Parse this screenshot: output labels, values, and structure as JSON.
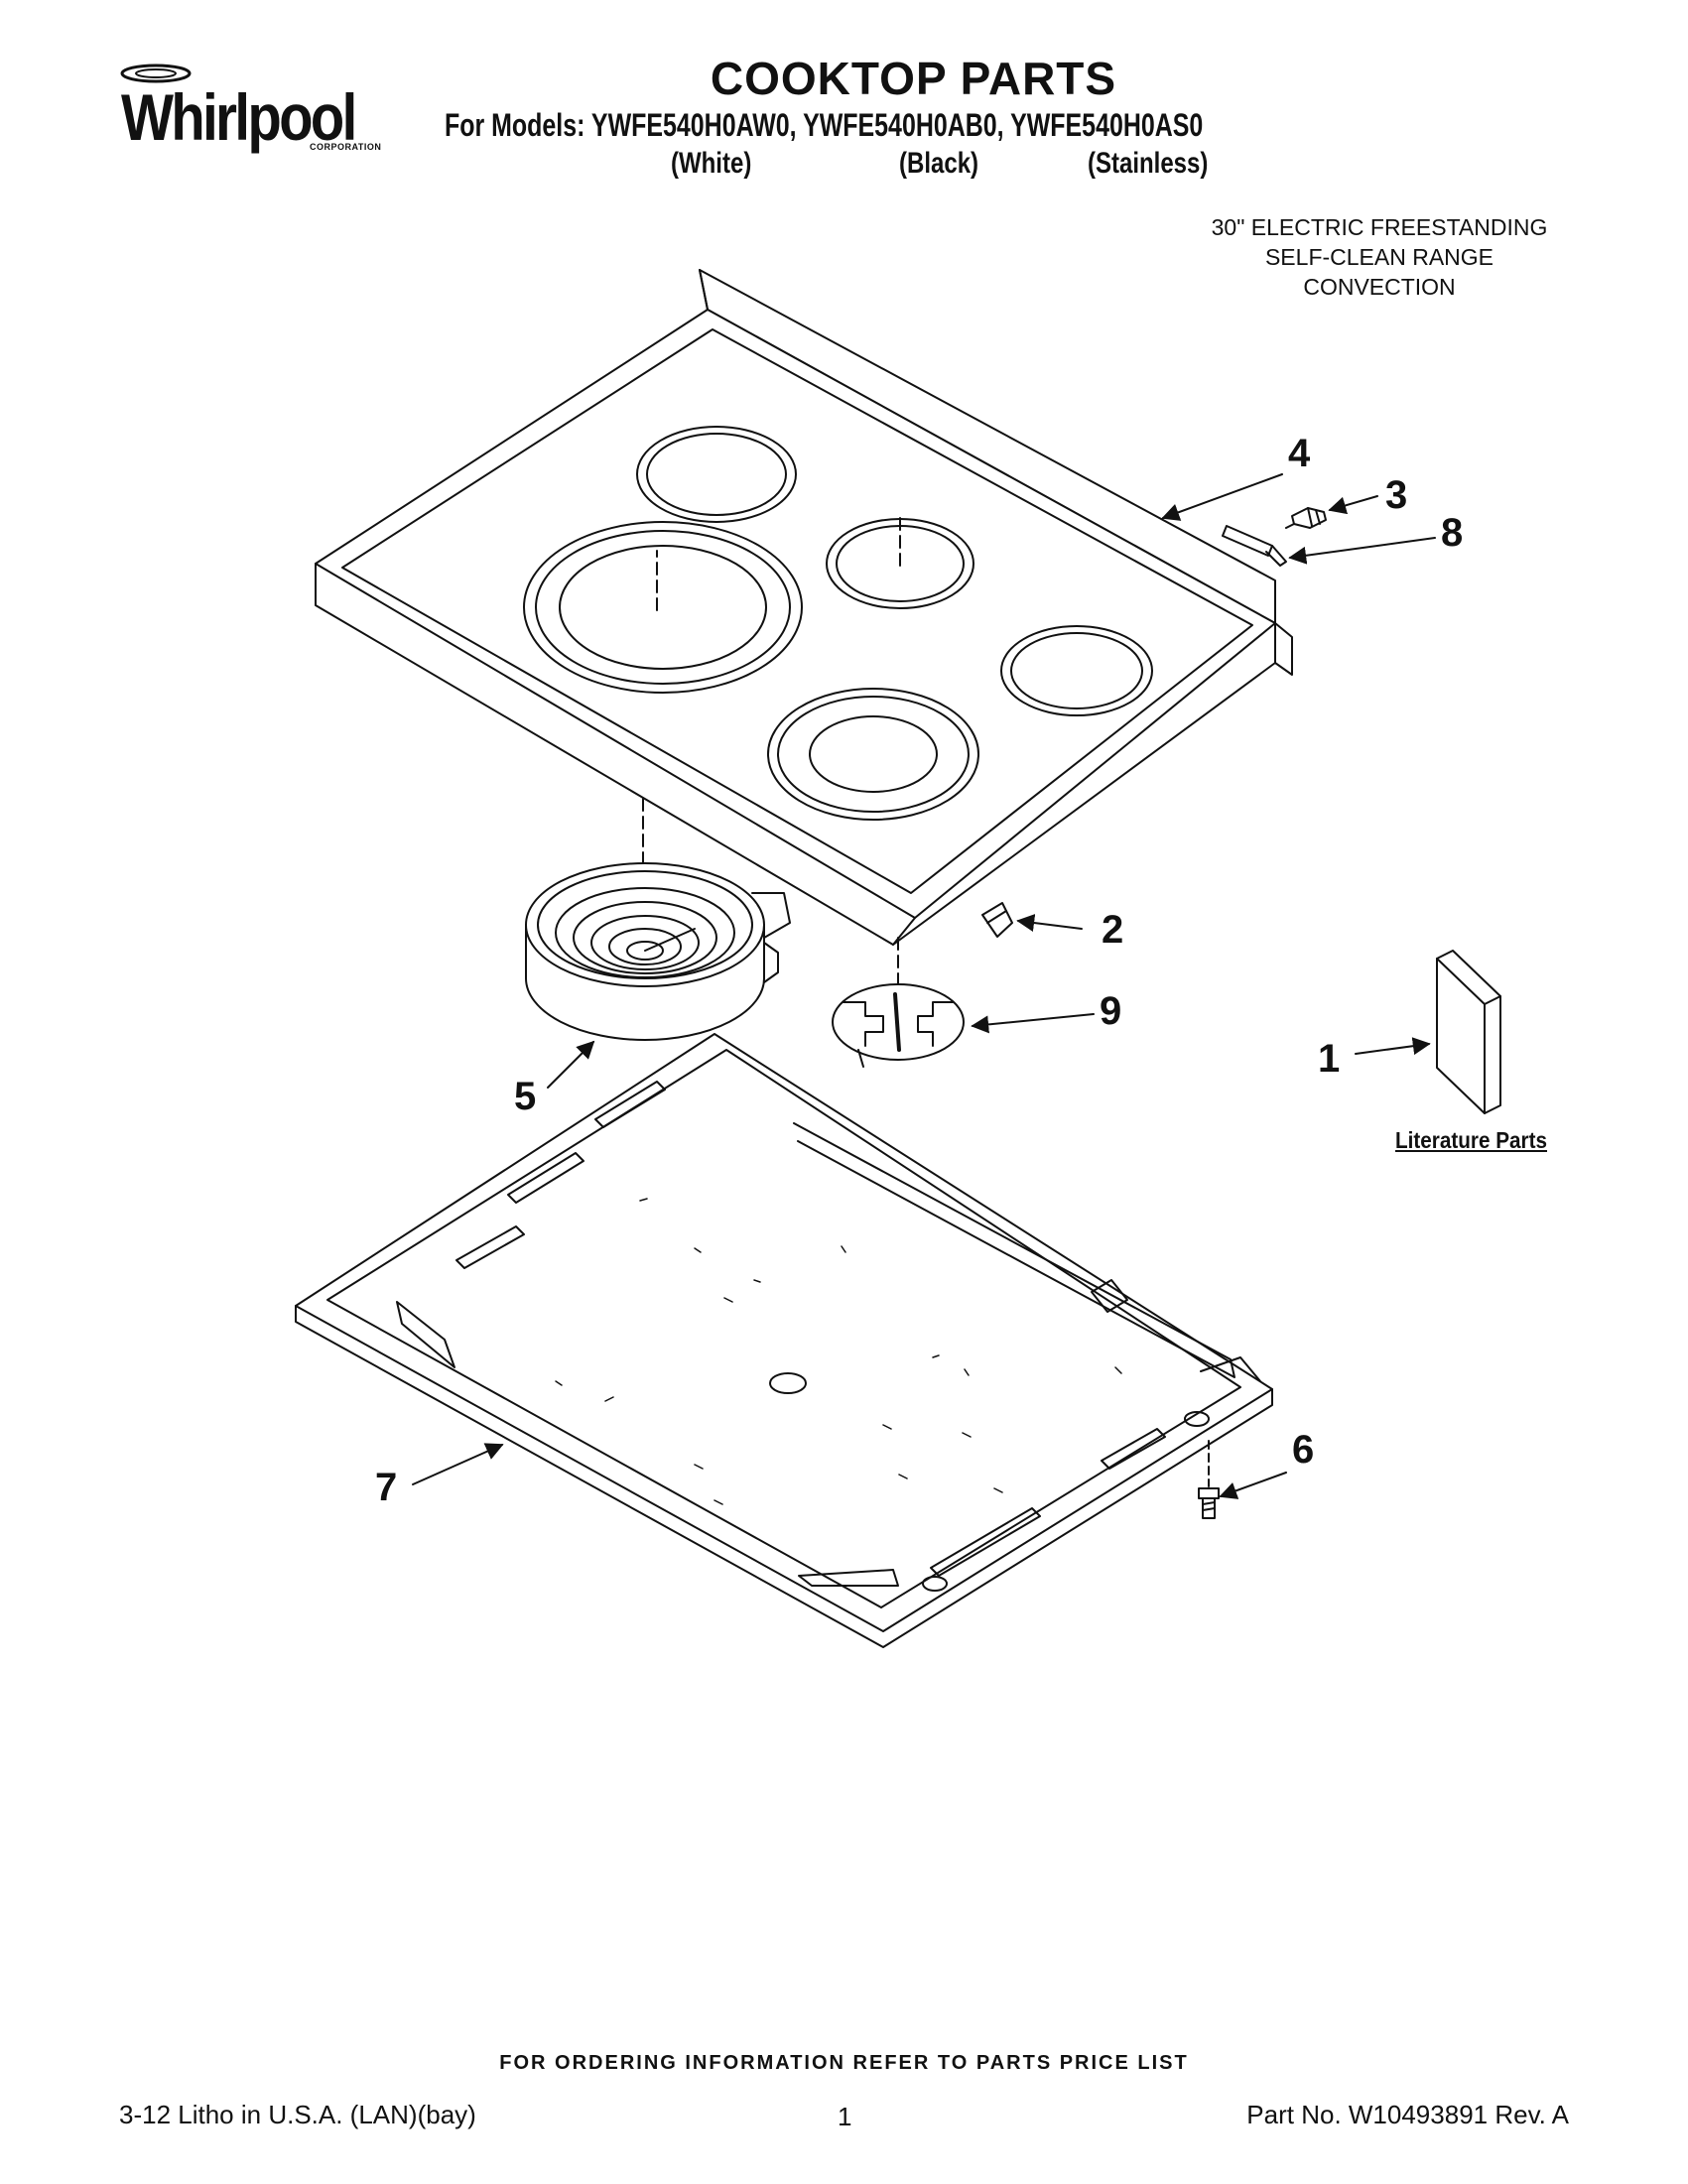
{
  "header": {
    "brand": "Whirlpool",
    "brand_sub": "CORPORATION",
    "title": "COOKTOP PARTS",
    "models_line": "For Models: YWFE540H0AW0, YWFE540H0AB0, YWFE540H0AS0",
    "variants": [
      "(White)",
      "(Black)",
      "(Stainless)"
    ]
  },
  "product": {
    "lines": [
      "30\" ELECTRIC FREESTANDING",
      "SELF-CLEAN RANGE",
      "CONVECTION"
    ]
  },
  "callouts": [
    "1",
    "2",
    "3",
    "4",
    "5",
    "6",
    "7",
    "8",
    "9"
  ],
  "literature_label": "Literature Parts",
  "footer": {
    "ordering_note": "FOR ORDERING INFORMATION REFER TO PARTS PRICE LIST",
    "litho": "3-12 Litho in U.S.A. (LAN)(bay)",
    "page": "1",
    "part_no": "Part No. W10493891 Rev. A"
  }
}
